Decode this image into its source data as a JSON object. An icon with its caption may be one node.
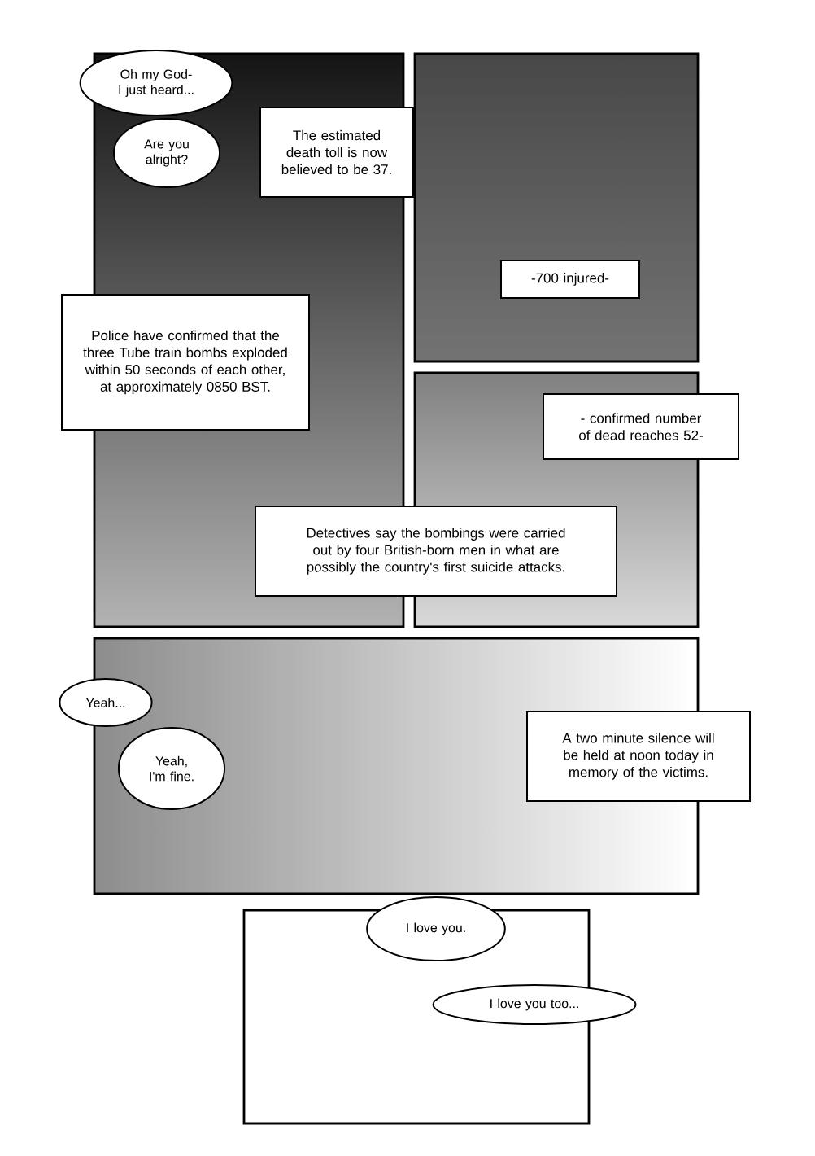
{
  "diagram": {
    "nodes": [
      {
        "text": [],
        "shape": "box"
      },
      {
        "text": [
          "Oh my God- I just heard..."
        ]
      },
      {
        "text": [
          "Are you alright?"
        ],
        "in": 0
      },
      {
        "text": [
          "The estimated death toll is now believed to be 37."
        ]
      },
      {
        "text": [
          "Police have confirmed that the three Tube train bombs exploded within 50 seconds of each other, at approximately 0850 BST."
        ]
      },
      {
        "text": [],
        "shape": "box"
      },
      {
        "text": [
          "-700 injured-"
        ],
        "in": 5
      },
      {
        "text": [],
        "shape": "box"
      },
      {
        "text": [
          "- confirmed number of dead reaches 52-"
        ]
      },
      {
        "text": [
          "Detectives say the bombings were carried out by four British-born men in what are possibly the country's first suicide attacks."
        ]
      },
      {
        "text": [],
        "shape": "box"
      },
      {
        "text": [
          "Yeah..."
        ]
      },
      {
        "text": [
          "Yeah, I'm fine."
        ],
        "in": 10
      },
      {
        "text": [
          "A two minute silence will be held at noon today in memory of the victims."
        ]
      },
      {
        "text": [],
        "shape": "box"
      },
      {
        "text": [
          "I love you."
        ]
      },
      {
        "text": [
          "I love you too..."
        ]
      }
    ]
  }
}
